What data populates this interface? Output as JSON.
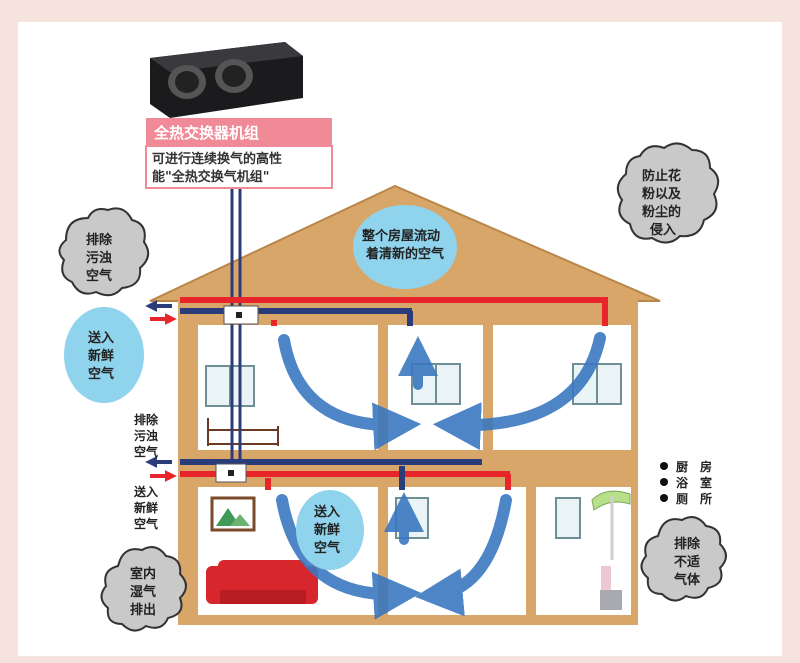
{
  "unit": {
    "title": "全热交换器机组",
    "desc_line1": "可进行连续换气的高性",
    "desc_line2": "能\"全热交换气机组\""
  },
  "bubbles": {
    "exhaust_dirty": [
      "排除",
      "污浊",
      "空气"
    ],
    "supply_fresh": [
      "送入",
      "新鲜",
      "空气"
    ],
    "pollen": [
      "防止花",
      "粉以及",
      "粉尘的",
      "侵入"
    ],
    "whole_house": [
      "整个房屋流动",
      "着清新的空气"
    ],
    "indoor_humid": [
      "室内",
      "湿气",
      "排出"
    ],
    "remove_bad_gas": [
      "排除",
      "不适",
      "气体"
    ],
    "room_supply": [
      "送入",
      "新鲜",
      "空气"
    ]
  },
  "side_labels": {
    "exhaust2": [
      "排除",
      "污浊",
      "空气"
    ],
    "supply2": [
      "送入",
      "新鲜",
      "空气"
    ]
  },
  "legend": [
    {
      "c1": "厨",
      "c2": "房"
    },
    {
      "c1": "浴",
      "c2": "室"
    },
    {
      "c1": "厕",
      "c2": "所"
    }
  ],
  "colors": {
    "wall": "#d9a66a",
    "supply_duct": "#e8252a",
    "exhaust_duct": "#2a3c7a",
    "airflow": "#3a78c0",
    "bubble_blue": "#8fd3ec",
    "bubble_gray": "#c9c9c9",
    "label_box": "#f08a97"
  }
}
